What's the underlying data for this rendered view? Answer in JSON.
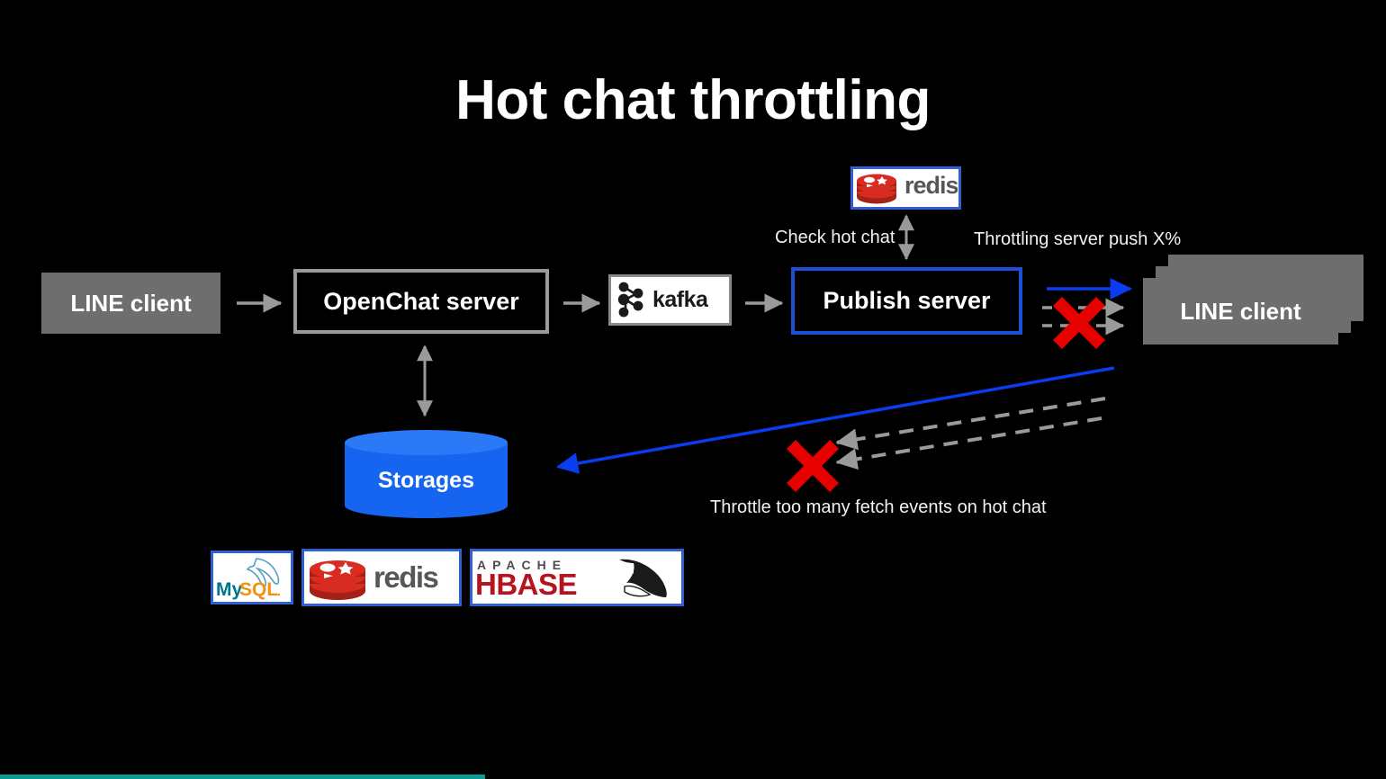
{
  "slide": {
    "title": "Hot chat throttling",
    "background_color": "#000000"
  },
  "nodes": {
    "line_client_left": "LINE client",
    "openchat_server": "OpenChat server",
    "publish_server": "Publish server",
    "line_client_right": "LINE client",
    "storages": "Storages"
  },
  "logos": {
    "kafka": "kafka",
    "redis_top": "redis",
    "redis_bottom": "redis",
    "mysql_my": "My",
    "mysql_sql": "SQL",
    "mysql_dot": ".",
    "hbase_apache": "A P A C H E",
    "hbase_name": "HBASE"
  },
  "annotations": {
    "check_hot_chat": "Check hot chat",
    "throttling_server_push": "Throttling server push X%",
    "throttle_fetch_events": "Throttle too many fetch events on hot chat"
  },
  "colors": {
    "node_fill_gray": "#6e6e6e",
    "node_border_gray": "#9a9a9a",
    "node_border_blue": "#1a4fd6",
    "arrow_gray": "#9a9a9a",
    "arrow_blue": "#0a3cf0",
    "block_red": "#e60000",
    "storage_blue": "#1565f0",
    "progress_teal": "#0b9a94",
    "text_white": "#ffffff"
  },
  "progress": {
    "percent": 35
  }
}
